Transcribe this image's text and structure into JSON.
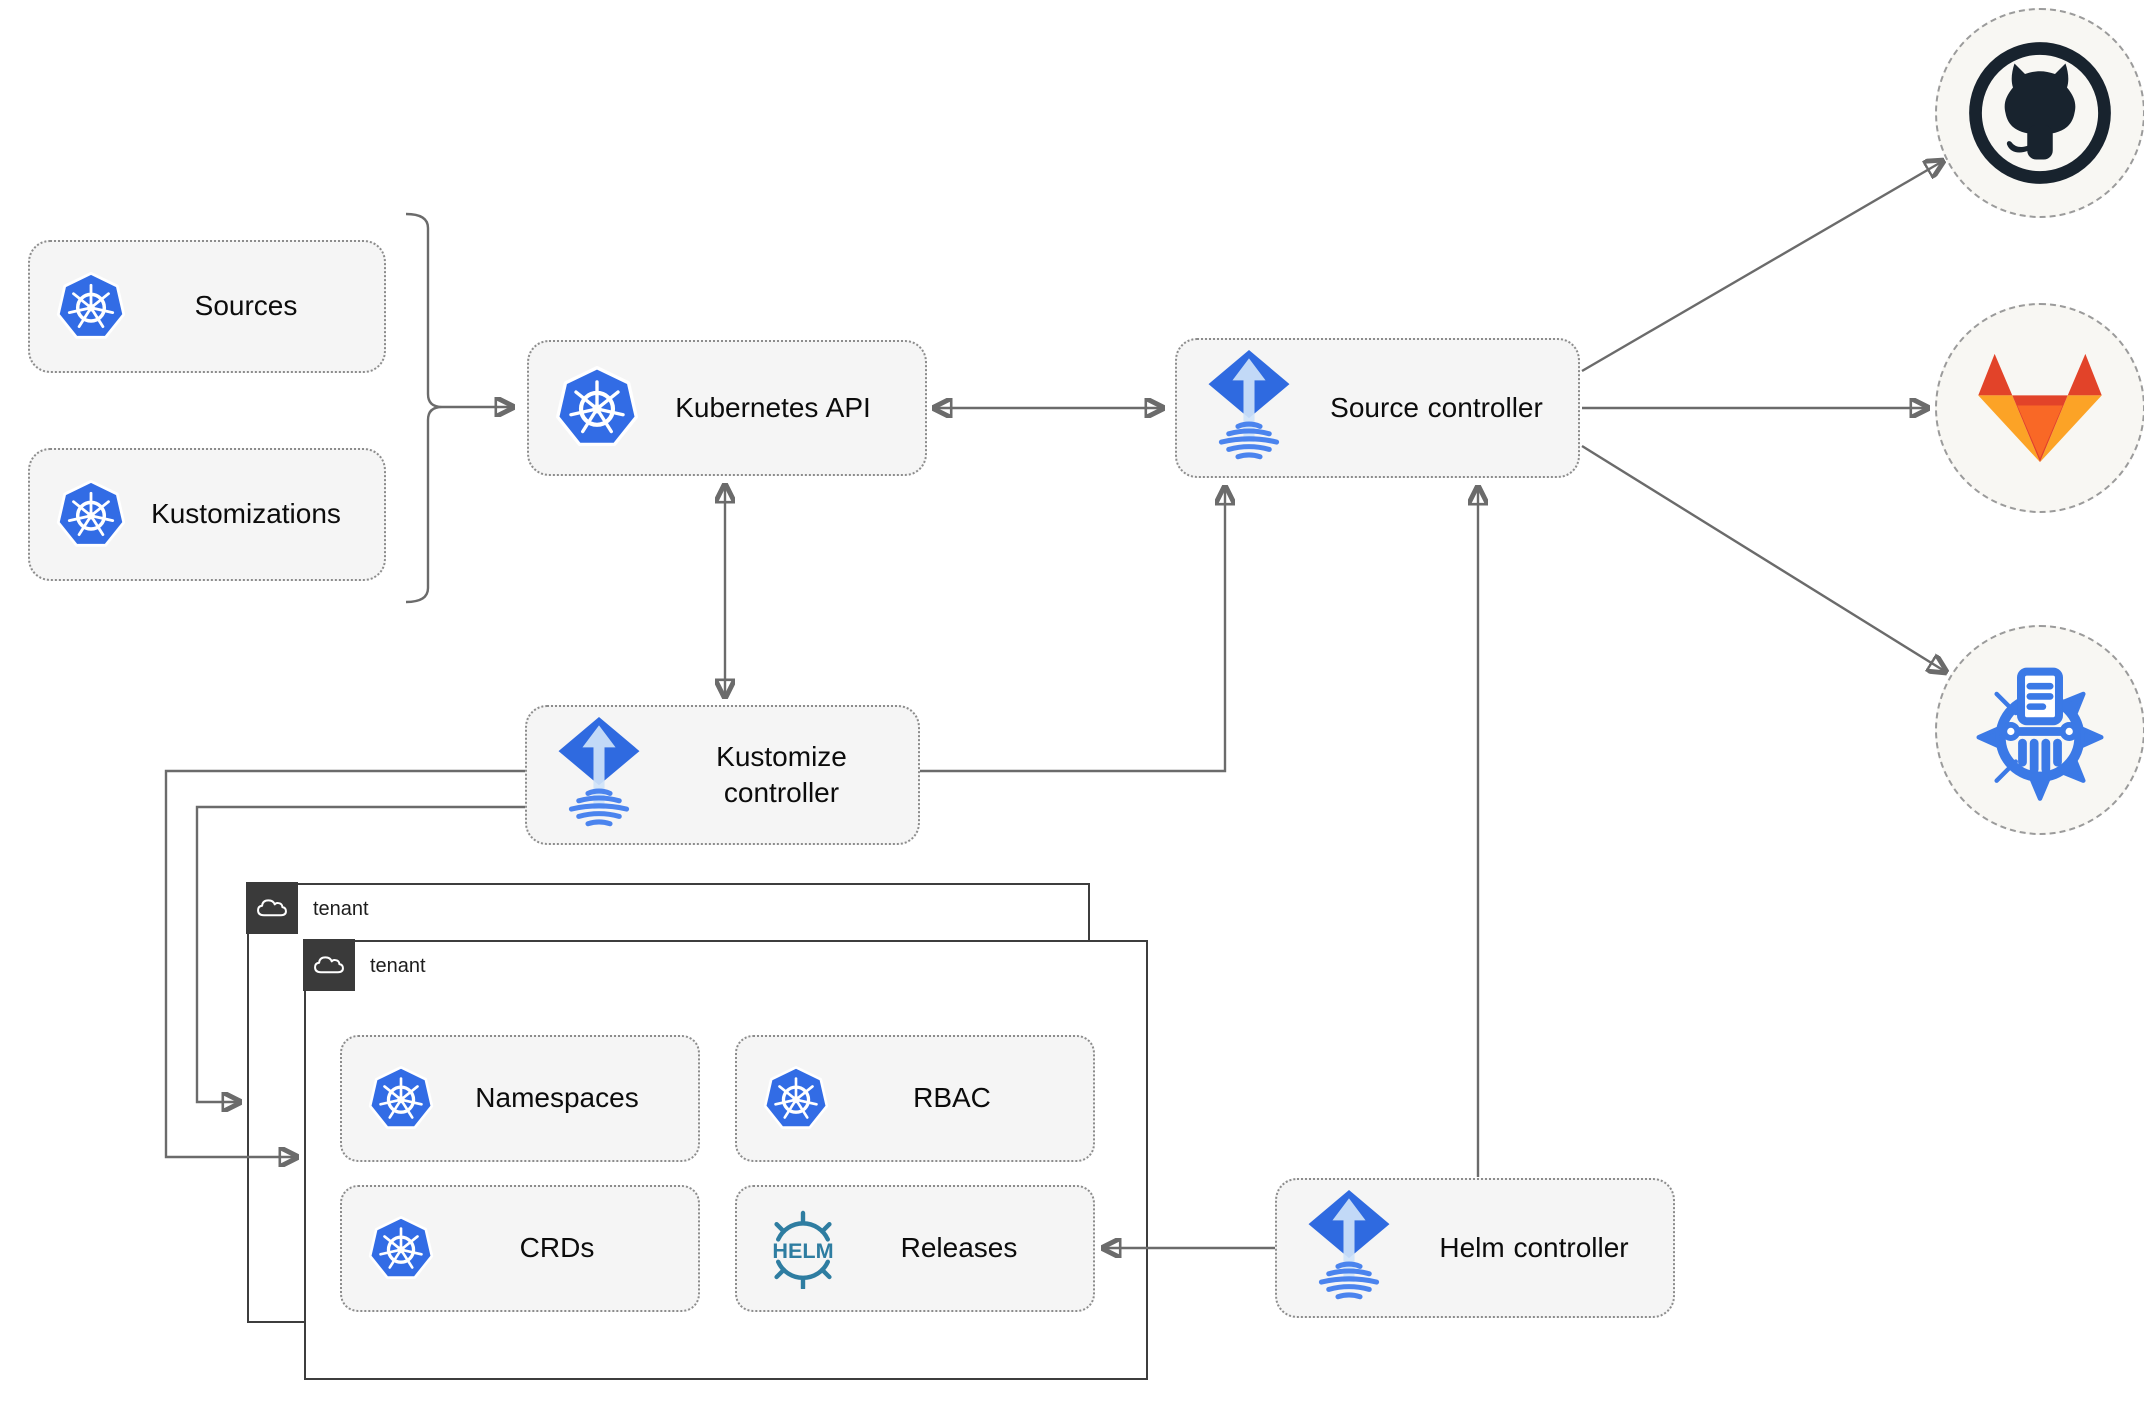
{
  "diagram": {
    "nodes": {
      "sources": {
        "label": "Sources",
        "icon": "kubernetes-icon"
      },
      "kustomizations": {
        "label": "Kustomizations",
        "icon": "kubernetes-icon"
      },
      "kubernetes_api": {
        "label": "Kubernetes API",
        "icon": "kubernetes-icon"
      },
      "source_controller": {
        "label": "Source controller",
        "icon": "flux-icon"
      },
      "kustomize_controller": {
        "label": "Kustomize controller",
        "icon": "flux-icon"
      },
      "helm_controller": {
        "label": "Helm controller",
        "icon": "flux-icon"
      },
      "namespaces": {
        "label": "Namespaces",
        "icon": "kubernetes-icon"
      },
      "rbac": {
        "label": "RBAC",
        "icon": "kubernetes-icon"
      },
      "crds": {
        "label": "CRDs",
        "icon": "kubernetes-icon"
      },
      "releases": {
        "label": "Releases",
        "icon": "helm-icon"
      }
    },
    "tenants": {
      "outer": {
        "label": "tenant",
        "icon": "cloud-icon"
      },
      "inner": {
        "label": "tenant",
        "icon": "cloud-icon"
      }
    },
    "providers": {
      "github": {
        "icon": "github-icon"
      },
      "gitlab": {
        "icon": "gitlab-icon"
      },
      "chartmuseum": {
        "icon": "chartmuseum-icon"
      }
    },
    "edges": [
      {
        "from": "sources-kustomizations-group",
        "to": "kubernetes-api",
        "style": "arrow"
      },
      {
        "from": "kubernetes-api",
        "to": "source-controller",
        "style": "double-arrow"
      },
      {
        "from": "kubernetes-api",
        "to": "kustomize-controller",
        "style": "double-arrow"
      },
      {
        "from": "kustomize-controller",
        "to": "source-controller",
        "style": "arrow"
      },
      {
        "from": "helm-controller",
        "to": "source-controller",
        "style": "arrow"
      },
      {
        "from": "source-controller",
        "to": "github",
        "style": "arrow"
      },
      {
        "from": "source-controller",
        "to": "gitlab",
        "style": "arrow"
      },
      {
        "from": "source-controller",
        "to": "chartmuseum",
        "style": "arrow"
      },
      {
        "from": "kustomize-controller",
        "to": "tenant-inner",
        "style": "arrow"
      },
      {
        "from": "kustomize-controller",
        "to": "tenant-outer",
        "style": "arrow"
      },
      {
        "from": "helm-controller",
        "to": "releases",
        "style": "arrow"
      }
    ],
    "colors": {
      "kubernetes_blue": "#326ce5",
      "flux_blue": "#2f6ae0",
      "flux_light_arrow": "#cfe3f9",
      "flux_wave_blue": "#4b84ee",
      "helm_teal": "#2e7da1",
      "github_dark": "#18232e",
      "gitlab_red": "#e24329",
      "gitlab_orange": "#fc6d26",
      "gitlab_yellow": "#fca326",
      "chartmuseum_blue": "#3b79e6",
      "connector_gray": "#6b6b6b",
      "node_fill": "#f5f5f5",
      "badge_dark": "#3a3a3a",
      "circle_fill": "#f8f7f3"
    }
  }
}
